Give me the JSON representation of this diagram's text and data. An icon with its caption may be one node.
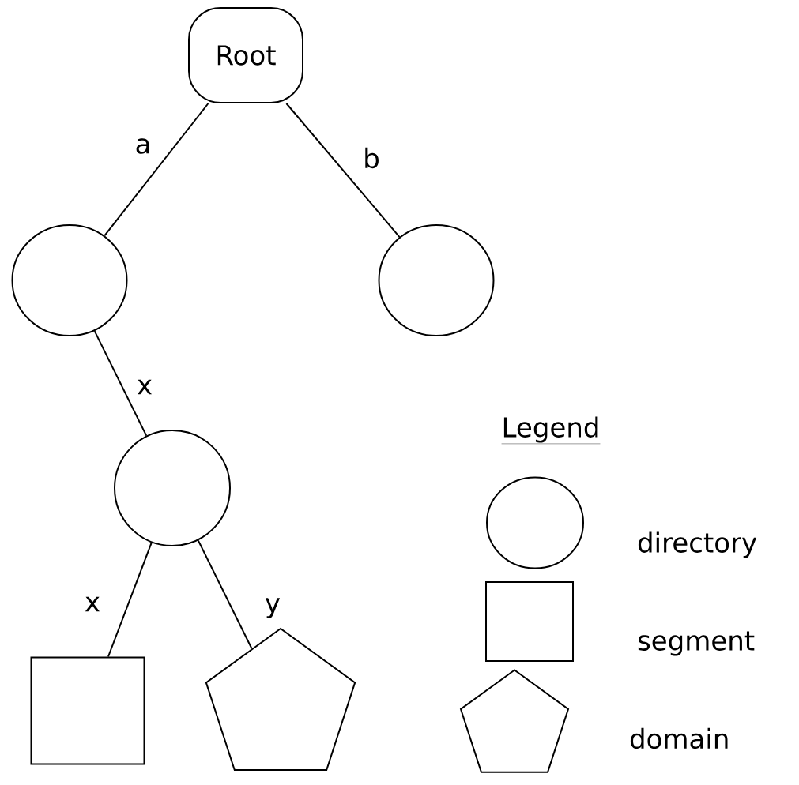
{
  "diagram": {
    "nodes": [
      {
        "text": [
          "Root"
        ]
      },
      {
        "text": [],
        "shape": "circle"
      },
      {
        "text": [],
        "shape": "circle"
      },
      {
        "text": [],
        "shape": "circle"
      },
      {
        "text": [],
        "shape": "box"
      },
      {
        "text": [],
        "shape": "pentagon"
      }
    ],
    "edges": [
      {
        "from": 0,
        "to": 1,
        "arrow": "none",
        "label": "a"
      },
      {
        "from": 0,
        "to": 2,
        "arrow": "none",
        "label": "b"
      },
      {
        "from": 1,
        "to": 3,
        "arrow": "none",
        "label": "x"
      },
      {
        "from": 3,
        "to": 4,
        "arrow": "none",
        "label": "x"
      },
      {
        "from": 3,
        "to": 5,
        "arrow": "none",
        "label": "y"
      }
    ],
    "labels": [
      "Legend"
    ],
    "legend": [
      {
        "text": "directory"
      },
      {
        "text": "segment"
      },
      {
        "text": "domain"
      }
    ]
  }
}
